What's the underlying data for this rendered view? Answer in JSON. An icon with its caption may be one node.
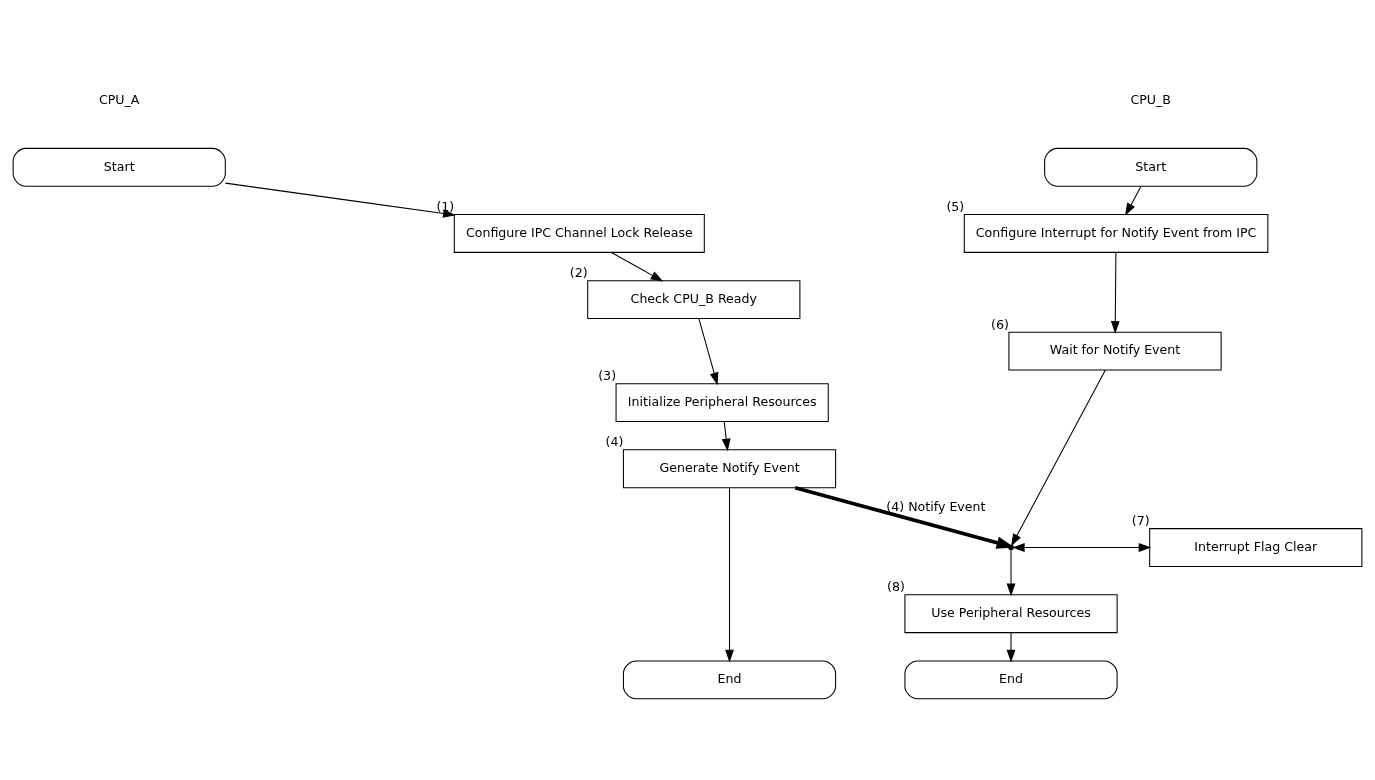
{
  "diagram": {
    "nodes": [
      {
        "text": [
          "Start"
        ]
      },
      {
        "text": [
          "Configure IPC Channel Lock Release"
        ],
        "beside": [
          "(1)"
        ]
      },
      {
        "text": [
          "Check CPU_B Ready"
        ],
        "beside": [
          "(2)"
        ]
      },
      {
        "text": [
          "Initialize Peripheral Resources"
        ],
        "beside": [
          "(3)"
        ]
      },
      {
        "text": [
          "Generate Notify Event"
        ],
        "beside": [
          "(4)"
        ]
      },
      {
        "text": [
          "End"
        ]
      },
      {
        "text": [
          "Start"
        ]
      },
      {
        "text": [
          "Configure Interrupt for Notify Event from IPC"
        ],
        "beside": [
          "(5)"
        ]
      },
      {
        "text": [
          "Wait for Notify Event"
        ],
        "beside": [
          "(6)"
        ]
      },
      {
        "text": [],
        "shape": "point"
      },
      {
        "text": [
          "Interrupt Flag Clear"
        ],
        "beside": [
          "(7)"
        ]
      },
      {
        "text": [
          "Use Peripheral Resources"
        ],
        "beside": [
          "(8)"
        ]
      },
      {
        "text": [
          "End"
        ]
      }
    ],
    "edges": [
      {
        "from": 0,
        "to": 1,
        "arrow": "to"
      },
      {
        "from": 1,
        "to": 2,
        "arrow": "to"
      },
      {
        "from": 2,
        "to": 3,
        "arrow": "to"
      },
      {
        "from": 3,
        "to": 4,
        "arrow": "to"
      },
      {
        "from": 4,
        "to": 5,
        "arrow": "to"
      },
      {
        "from": 6,
        "to": 7,
        "arrow": "to"
      },
      {
        "from": 7,
        "to": 8,
        "arrow": "to"
      },
      {
        "from": 8,
        "to": 9,
        "arrow": "to"
      },
      {
        "from": 9,
        "to": 10,
        "arrow": "to"
      },
      {
        "from": 10,
        "to": 9,
        "arrow": "to"
      },
      {
        "from": 9,
        "to": 11,
        "arrow": "to"
      },
      {
        "from": 11,
        "to": 12,
        "arrow": "to"
      },
      {
        "from": 4,
        "to": 9,
        "arrow": "to",
        "label": "(4) Notify Event",
        "style": "thick"
      }
    ],
    "labels": [
      "CPU_A",
      "CPU_B"
    ]
  }
}
